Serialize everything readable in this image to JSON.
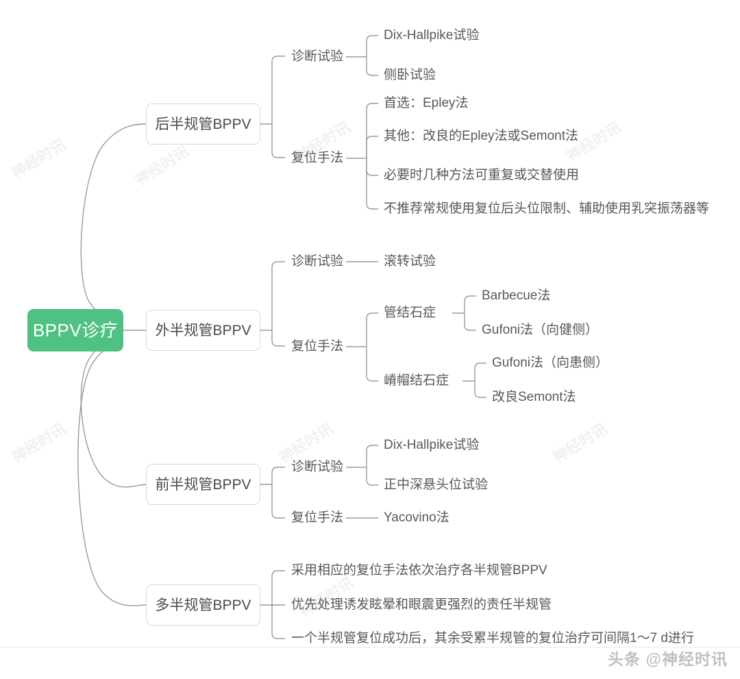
{
  "title": "BPPV诊疗 思维导图",
  "colors": {
    "root_fill": "#4fc182",
    "root_text": "#ffffff",
    "node_border": "#d8d8d8",
    "text": "#585858",
    "edge": "#9a9a9a",
    "watermark": "#f0f0f0"
  },
  "root": {
    "label": "BPPV诊疗"
  },
  "branches": [
    {
      "id": "posterior",
      "label": "后半规管BPPV",
      "children": [
        {
          "label": "诊断试验",
          "children": [
            {
              "label": "Dix-Hallpike试验"
            },
            {
              "label": "侧卧试验"
            }
          ]
        },
        {
          "label": "复位手法",
          "children": [
            {
              "label": "首选：Epley法"
            },
            {
              "label": "其他：改良的Epley法或Semont法"
            },
            {
              "label": "必要时几种方法可重复或交替使用"
            },
            {
              "label": "不推荐常规使用复位后头位限制、辅助使用乳突振荡器等"
            }
          ]
        }
      ]
    },
    {
      "id": "horizontal",
      "label": "外半规管BPPV",
      "children": [
        {
          "label": "诊断试验",
          "children": [
            {
              "label": "滚转试验"
            }
          ]
        },
        {
          "label": "复位手法",
          "children": [
            {
              "label": "管结石症",
              "children": [
                {
                  "label": "Barbecue法"
                },
                {
                  "label": "Gufoni法（向健侧）"
                }
              ]
            },
            {
              "label": "嵴帽结石症",
              "children": [
                {
                  "label": "Gufoni法（向患侧）"
                },
                {
                  "label": "改良Semont法"
                }
              ]
            }
          ]
        }
      ]
    },
    {
      "id": "anterior",
      "label": "前半规管BPPV",
      "children": [
        {
          "label": "诊断试验",
          "children": [
            {
              "label": "Dix-Hallpike试验"
            },
            {
              "label": "正中深悬头位试验"
            }
          ]
        },
        {
          "label": "复位手法",
          "children": [
            {
              "label": "Yacovino法"
            }
          ]
        }
      ]
    },
    {
      "id": "multi",
      "label": "多半规管BPPV",
      "children": [
        {
          "label": "采用相应的复位手法依次治疗各半规管BPPV"
        },
        {
          "label": "优先处理诱发眩晕和眼震更强烈的责任半规管"
        },
        {
          "label": "一个半规管复位成功后，其余受累半规管的复位治疗可间隔1～7 d进行"
        }
      ]
    }
  ],
  "watermarks": {
    "tiled_text": "神经时讯",
    "bottom_credit": "头条 @神经时讯"
  }
}
